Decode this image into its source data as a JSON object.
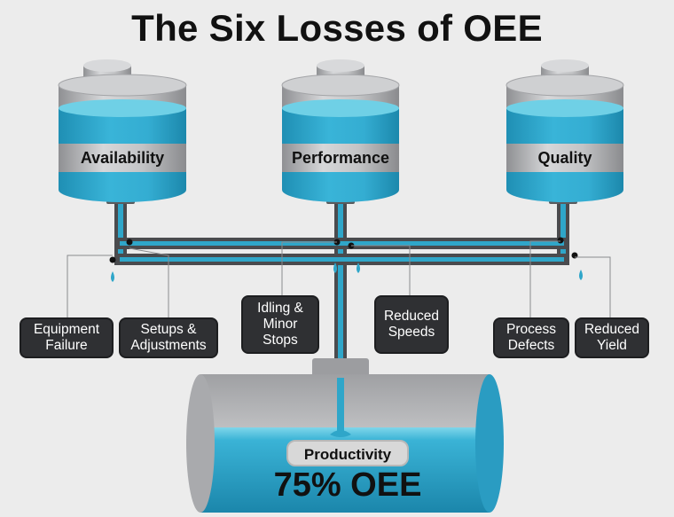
{
  "title": "The Six Losses of OEE",
  "tanks": [
    {
      "label": "Availability"
    },
    {
      "label": "Performance"
    },
    {
      "label": "Quality"
    }
  ],
  "losses": [
    {
      "label": "Equipment\nFailure",
      "tank": "Availability"
    },
    {
      "label": "Setups &\nAdjustments",
      "tank": "Availability"
    },
    {
      "label": "Idling &\nMinor\nStops",
      "tank": "Performance"
    },
    {
      "label": "Reduced\nSpeeds",
      "tank": "Performance"
    },
    {
      "label": "Process\nDefects",
      "tank": "Quality"
    },
    {
      "label": "Reduced\nYield",
      "tank": "Quality"
    }
  ],
  "result": {
    "label": "Productivity",
    "value": "75% OEE"
  },
  "colors": {
    "water": "#2fa6c9",
    "water_light": "#6fd0e6",
    "pipe": "#4a4b4e",
    "tank_metal": "#c9cacc",
    "box": "#2f3033"
  }
}
